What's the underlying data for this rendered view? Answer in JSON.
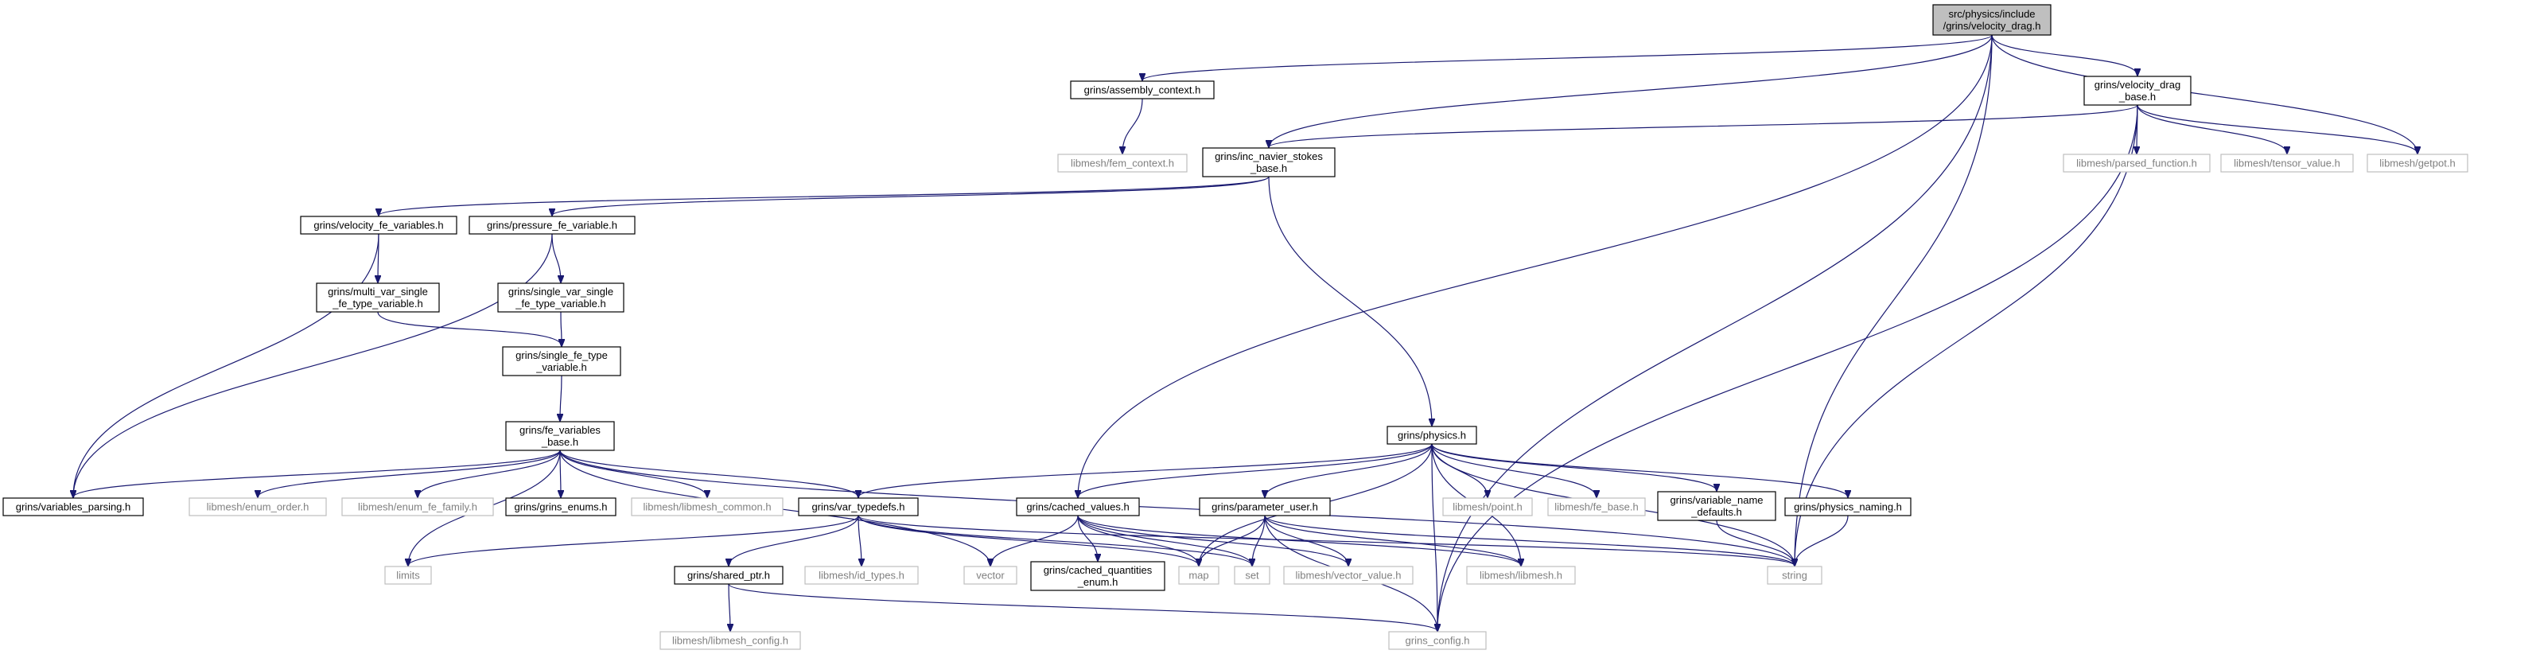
{
  "nodes": [
    {
      "id": "root",
      "lines": [
        "src/physics/include",
        "/grins/velocity_drag.h"
      ],
      "style": "root"
    },
    {
      "id": "assembly_context",
      "lines": [
        "grins/assembly_context.h"
      ],
      "style": "solid"
    },
    {
      "id": "velocity_drag_base",
      "lines": [
        "grins/velocity_drag",
        "_base.h"
      ],
      "style": "solid"
    },
    {
      "id": "fem_context",
      "lines": [
        "libmesh/fem_context.h"
      ],
      "style": "gray"
    },
    {
      "id": "inc_ns_base",
      "lines": [
        "grins/inc_navier_stokes",
        "_base.h"
      ],
      "style": "solid"
    },
    {
      "id": "parsed_function",
      "lines": [
        "libmesh/parsed_function.h"
      ],
      "style": "gray"
    },
    {
      "id": "tensor_value",
      "lines": [
        "libmesh/tensor_value.h"
      ],
      "style": "gray"
    },
    {
      "id": "getpot",
      "lines": [
        "libmesh/getpot.h"
      ],
      "style": "gray"
    },
    {
      "id": "velocity_fe_variables",
      "lines": [
        "grins/velocity_fe_variables.h"
      ],
      "style": "solid"
    },
    {
      "id": "pressure_fe_variable",
      "lines": [
        "grins/pressure_fe_variable.h"
      ],
      "style": "solid"
    },
    {
      "id": "multi_var_single",
      "lines": [
        "grins/multi_var_single",
        "_fe_type_variable.h"
      ],
      "style": "solid"
    },
    {
      "id": "single_var_single",
      "lines": [
        "grins/single_var_single",
        "_fe_type_variable.h"
      ],
      "style": "solid"
    },
    {
      "id": "single_fe_type",
      "lines": [
        "grins/single_fe_type",
        "_variable.h"
      ],
      "style": "solid"
    },
    {
      "id": "fe_variables_base",
      "lines": [
        "grins/fe_variables",
        "_base.h"
      ],
      "style": "solid"
    },
    {
      "id": "physics",
      "lines": [
        "grins/physics.h"
      ],
      "style": "solid"
    },
    {
      "id": "variables_parsing",
      "lines": [
        "grins/variables_parsing.h"
      ],
      "style": "solid"
    },
    {
      "id": "enum_order",
      "lines": [
        "libmesh/enum_order.h"
      ],
      "style": "gray"
    },
    {
      "id": "enum_fe_family",
      "lines": [
        "libmesh/enum_fe_family.h"
      ],
      "style": "gray"
    },
    {
      "id": "grins_enums",
      "lines": [
        "grins/grins_enums.h"
      ],
      "style": "solid"
    },
    {
      "id": "libmesh_common",
      "lines": [
        "libmesh/libmesh_common.h"
      ],
      "style": "gray"
    },
    {
      "id": "var_typedefs",
      "lines": [
        "grins/var_typedefs.h"
      ],
      "style": "solid"
    },
    {
      "id": "cached_values",
      "lines": [
        "grins/cached_values.h"
      ],
      "style": "solid"
    },
    {
      "id": "parameter_user",
      "lines": [
        "grins/parameter_user.h"
      ],
      "style": "solid"
    },
    {
      "id": "point",
      "lines": [
        "libmesh/point.h"
      ],
      "style": "gray"
    },
    {
      "id": "fe_base",
      "lines": [
        "libmesh/fe_base.h"
      ],
      "style": "gray"
    },
    {
      "id": "variable_name_defaults",
      "lines": [
        "grins/variable_name",
        "_defaults.h"
      ],
      "style": "solid"
    },
    {
      "id": "physics_naming",
      "lines": [
        "grins/physics_naming.h"
      ],
      "style": "solid"
    },
    {
      "id": "limits",
      "lines": [
        "limits"
      ],
      "style": "gray"
    },
    {
      "id": "shared_ptr",
      "lines": [
        "grins/shared_ptr.h"
      ],
      "style": "solid"
    },
    {
      "id": "id_types",
      "lines": [
        "libmesh/id_types.h"
      ],
      "style": "gray"
    },
    {
      "id": "vector",
      "lines": [
        "vector"
      ],
      "style": "gray"
    },
    {
      "id": "cached_quantities_enum",
      "lines": [
        "grins/cached_quantities",
        "_enum.h"
      ],
      "style": "solid"
    },
    {
      "id": "map",
      "lines": [
        "map"
      ],
      "style": "gray"
    },
    {
      "id": "set",
      "lines": [
        "set"
      ],
      "style": "gray"
    },
    {
      "id": "vector_value",
      "lines": [
        "libmesh/vector_value.h"
      ],
      "style": "gray"
    },
    {
      "id": "libmesh",
      "lines": [
        "libmesh/libmesh.h"
      ],
      "style": "gray"
    },
    {
      "id": "string",
      "lines": [
        "string"
      ],
      "style": "gray"
    },
    {
      "id": "libmesh_config",
      "lines": [
        "libmesh/libmesh_config.h"
      ],
      "style": "gray"
    },
    {
      "id": "grins_config",
      "lines": [
        "grins_config.h"
      ],
      "style": "gray"
    }
  ],
  "edges": [
    [
      "root",
      "assembly_context"
    ],
    [
      "root",
      "velocity_drag_base"
    ],
    [
      "root",
      "inc_ns_base"
    ],
    [
      "root",
      "getpot"
    ],
    [
      "root",
      "cached_values"
    ],
    [
      "root",
      "string"
    ],
    [
      "root",
      "grins_config"
    ],
    [
      "assembly_context",
      "fem_context"
    ],
    [
      "velocity_drag_base",
      "inc_ns_base"
    ],
    [
      "velocity_drag_base",
      "parsed_function"
    ],
    [
      "velocity_drag_base",
      "tensor_value"
    ],
    [
      "velocity_drag_base",
      "getpot"
    ],
    [
      "velocity_drag_base",
      "string"
    ],
    [
      "velocity_drag_base",
      "grins_config"
    ],
    [
      "inc_ns_base",
      "velocity_fe_variables"
    ],
    [
      "inc_ns_base",
      "pressure_fe_variable"
    ],
    [
      "inc_ns_base",
      "physics"
    ],
    [
      "velocity_fe_variables",
      "multi_var_single"
    ],
    [
      "velocity_fe_variables",
      "variables_parsing"
    ],
    [
      "pressure_fe_variable",
      "single_var_single"
    ],
    [
      "pressure_fe_variable",
      "variables_parsing"
    ],
    [
      "multi_var_single",
      "single_fe_type"
    ],
    [
      "single_var_single",
      "single_fe_type"
    ],
    [
      "single_fe_type",
      "fe_variables_base"
    ],
    [
      "fe_variables_base",
      "variables_parsing"
    ],
    [
      "fe_variables_base",
      "enum_order"
    ],
    [
      "fe_variables_base",
      "enum_fe_family"
    ],
    [
      "fe_variables_base",
      "grins_enums"
    ],
    [
      "fe_variables_base",
      "libmesh_common"
    ],
    [
      "fe_variables_base",
      "var_typedefs"
    ],
    [
      "fe_variables_base",
      "vector"
    ],
    [
      "fe_variables_base",
      "limits"
    ],
    [
      "fe_variables_base",
      "string"
    ],
    [
      "physics",
      "var_typedefs"
    ],
    [
      "physics",
      "cached_values"
    ],
    [
      "physics",
      "parameter_user"
    ],
    [
      "physics",
      "point"
    ],
    [
      "physics",
      "fe_base"
    ],
    [
      "physics",
      "variable_name_defaults"
    ],
    [
      "physics",
      "physics_naming"
    ],
    [
      "physics",
      "libmesh"
    ],
    [
      "physics",
      "map"
    ],
    [
      "physics",
      "string"
    ],
    [
      "physics",
      "grins_config"
    ],
    [
      "var_typedefs",
      "limits"
    ],
    [
      "var_typedefs",
      "shared_ptr"
    ],
    [
      "var_typedefs",
      "id_types"
    ],
    [
      "var_typedefs",
      "map"
    ],
    [
      "var_typedefs",
      "set"
    ],
    [
      "var_typedefs",
      "string"
    ],
    [
      "cached_values",
      "vector"
    ],
    [
      "cached_values",
      "cached_quantities_enum"
    ],
    [
      "cached_values",
      "map"
    ],
    [
      "cached_values",
      "set"
    ],
    [
      "cached_values",
      "vector_value"
    ],
    [
      "cached_values",
      "libmesh"
    ],
    [
      "parameter_user",
      "map"
    ],
    [
      "parameter_user",
      "set"
    ],
    [
      "parameter_user",
      "vector_value"
    ],
    [
      "parameter_user",
      "libmesh"
    ],
    [
      "parameter_user",
      "string"
    ],
    [
      "parameter_user",
      "grins_config"
    ],
    [
      "variable_name_defaults",
      "string"
    ],
    [
      "physics_naming",
      "string"
    ],
    [
      "shared_ptr",
      "libmesh_config"
    ],
    [
      "shared_ptr",
      "grins_config"
    ]
  ]
}
